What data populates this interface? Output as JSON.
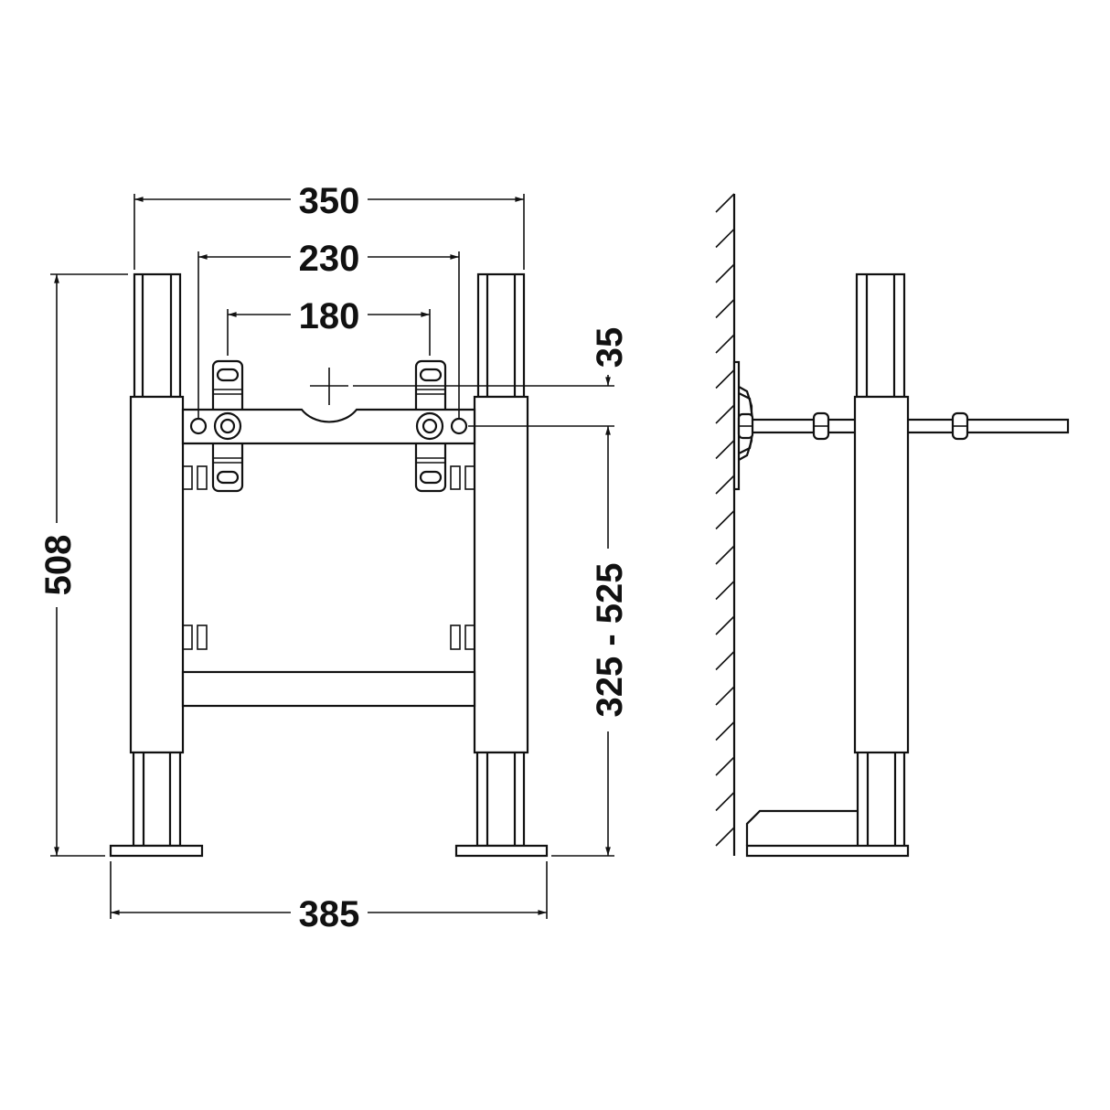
{
  "front_view": {
    "dims": {
      "overall_width": "350",
      "bracket_holes": "230",
      "bracket_centres": "180",
      "height": "508",
      "offset": "35",
      "adjustable_height": "325 - 525",
      "foot_width": "385"
    }
  },
  "colors": {
    "line": "#111111",
    "background": "#ffffff"
  }
}
